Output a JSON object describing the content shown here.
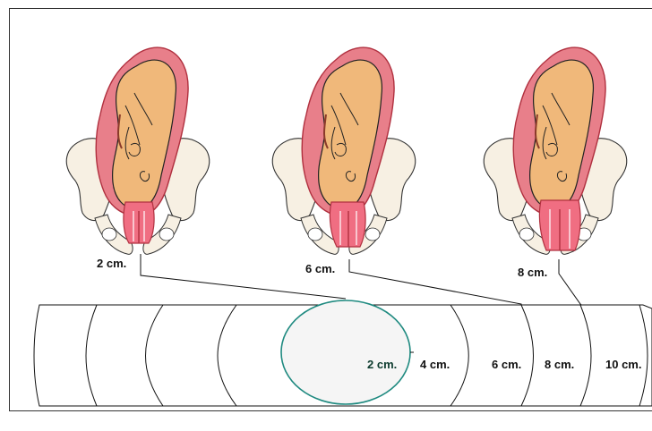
{
  "figures": [
    {
      "dilation_label": "2 cm."
    },
    {
      "dilation_label": "6 cm."
    },
    {
      "dilation_label": "8 cm."
    }
  ],
  "scale": {
    "labels": [
      "2 cm.",
      "4 cm.",
      "6 cm.",
      "8 cm.",
      "10 cm."
    ]
  },
  "colors": {
    "fetus_skin": "#f0b87a",
    "uterus_wall": "#e87f8a",
    "uterus_outline": "#b0303f",
    "pelvis_bone": "#f7f0e3",
    "cervix": "#f06e82",
    "circle_stroke": "#1f8a80"
  }
}
